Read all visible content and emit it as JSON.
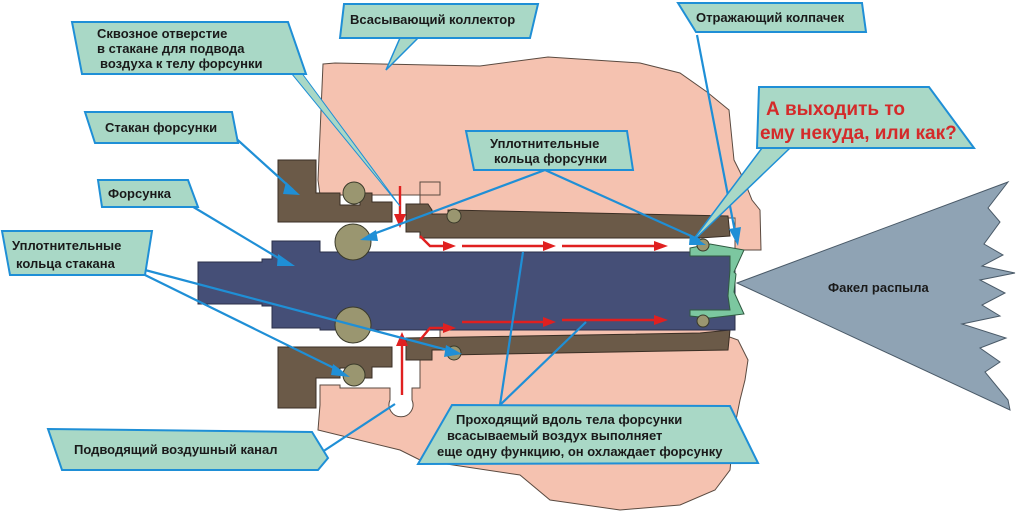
{
  "title": "Схема установки форсунки во впускном коллекторе",
  "colors": {
    "manifold": "#f5c2b0",
    "cup": "#6b5a48",
    "injector": "#454f77",
    "seal": "#9a9670",
    "cap": "#7cc7a0",
    "spray": "#8fa3b4",
    "callout_fill": "#a9d8c6",
    "callout_border": "#1f8fd6",
    "airflow_arrow": "#e02020",
    "question_text": "#d42a2a"
  },
  "labels": {
    "through_hole": [
      "Сквозное отверстие",
      "в стакане для подвода",
      "воздуха к телу форсунки"
    ],
    "intake_manifold": "Всасывающий коллектор",
    "reflector_cap": "Отражающий колпачек",
    "question": [
      "А выходить то",
      "ему некуда, или как?"
    ],
    "injector_seals": [
      "Уплотнительные",
      "кольца форсунки"
    ],
    "injector_cup": "Стакан форсунки",
    "injector": "Форсунка",
    "cup_seals": [
      "Уплотнительные",
      "кольца стакана"
    ],
    "air_channel": "Подводящий воздушный канал",
    "cooling_note": [
      "Проходящий вдоль тела форсунки",
      "всасываемый воздух выполняет",
      "еще одну функцию, он охлаждает форсунку"
    ],
    "spray_cone": "Факел распыла"
  }
}
